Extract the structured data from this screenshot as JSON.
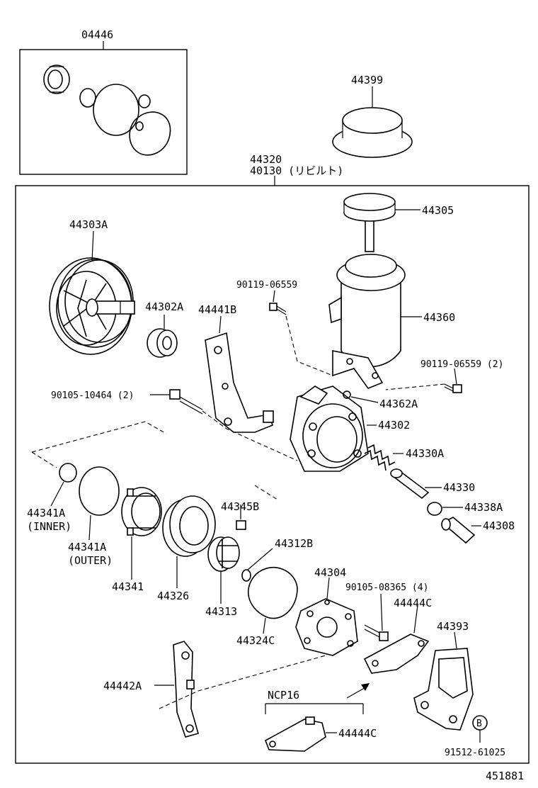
{
  "diagram": {
    "figure_number": "451881",
    "kit_label": "04446",
    "assembly_labels": [
      "44320",
      "40130 (リビルト)"
    ],
    "variant_label": "NCP16",
    "callouts": {
      "c44399": "44399",
      "c44305": "44305",
      "c44303A": "44303A",
      "c90119a": "90119-06559",
      "c44302A": "44302A",
      "c44441B": "44441B",
      "c44360": "44360",
      "c90119b": "90119-06559 (2)",
      "c90105a": "90105-10464 (2)",
      "c44362A": "44362A",
      "c44302": "44302",
      "c44330A": "44330A",
      "c44330": "44330",
      "c44338A": "44338A",
      "c44308": "44308",
      "c44341A_in": "44341A",
      "c44341A_in_note": "(INNER)",
      "c44341A_out": "44341A",
      "c44341A_out_note": "(OUTER)",
      "c44345B": "44345B",
      "c44312B": "44312B",
      "c44304": "44304",
      "c44341": "44341",
      "c44326": "44326",
      "c44313": "44313",
      "c44324C": "44324C",
      "c90105b": "90105-08365 (4)",
      "c44444C_a": "44444C",
      "c44393": "44393",
      "c44442A": "44442A",
      "c44444C_b": "44444C",
      "c91512": "91512-61025",
      "b_marker": "B"
    }
  }
}
